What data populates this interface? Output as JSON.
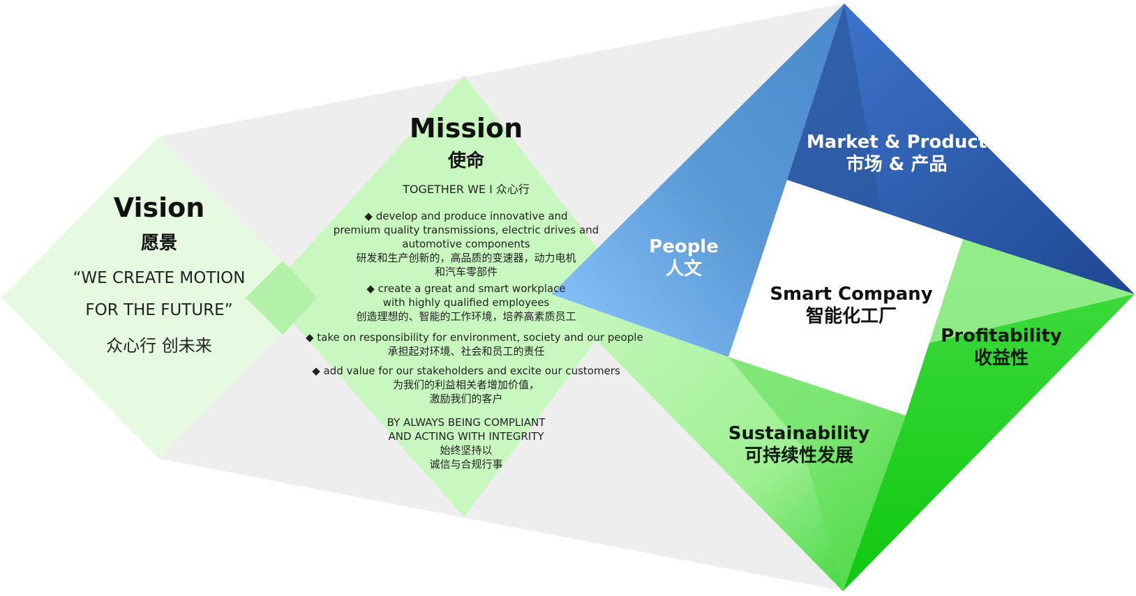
{
  "colors": {
    "vision_fill": "#e6f9e1",
    "mission_fill": "#c9f7c0",
    "band_fill": "#eeeeee",
    "people_blue": "#5b9ad6",
    "market_blue": "#2a5aa8",
    "profit_green": "#1fd11f",
    "sustain_green": "#b4f3a8"
  },
  "vision": {
    "title": "Vision",
    "title_cn": "愿景",
    "quote_line1": "“WE CREATE MOTION",
    "quote_line2": "FOR THE FUTURE”",
    "slogan_cn": "众心行 创未来"
  },
  "mission": {
    "title": "Mission",
    "title_cn": "使命",
    "tagline": "TOGETHER WE I 众心行",
    "points": [
      {
        "en_lines": [
          "◆ develop and produce innovative and",
          "premium quality transmissions, electric drives and",
          "automotive components"
        ],
        "cn_lines": [
          "研发和生产创新的，高品质的变速器，动力电机",
          "和汽车零部件"
        ]
      },
      {
        "en_lines": [
          "◆ create a great and smart workplace",
          "with highly qualified employees"
        ],
        "cn_lines": [
          "创造理想的、智能的工作环境，培养高素质员工"
        ]
      },
      {
        "en_lines": [
          "◆ take on responsibility for environment, society and our people"
        ],
        "cn_lines": [
          "承担起对环境、社会和员工的责任"
        ]
      },
      {
        "en_lines": [
          "◆ add value for our stakeholders and excite our customers"
        ],
        "cn_lines": [
          "为我们的利益相关者增加价值，",
          "激励我们的客户"
        ]
      }
    ],
    "integrity_lines": [
      "BY ALWAYS BEING COMPLIANT",
      "AND ACTING WITH INTEGRITY",
      "始终坚持以",
      "诚信与合规行事"
    ]
  },
  "pillars": {
    "people": {
      "en": "People",
      "cn": "人文"
    },
    "market": {
      "en": "Market & Product",
      "cn": "市场 & 产品"
    },
    "profit": {
      "en": "Profitability",
      "cn": "收益性"
    },
    "sustain": {
      "en": "Sustainability",
      "cn": "可持续性发展"
    },
    "center": {
      "en": "Smart Company",
      "cn": "智能化工厂"
    }
  }
}
